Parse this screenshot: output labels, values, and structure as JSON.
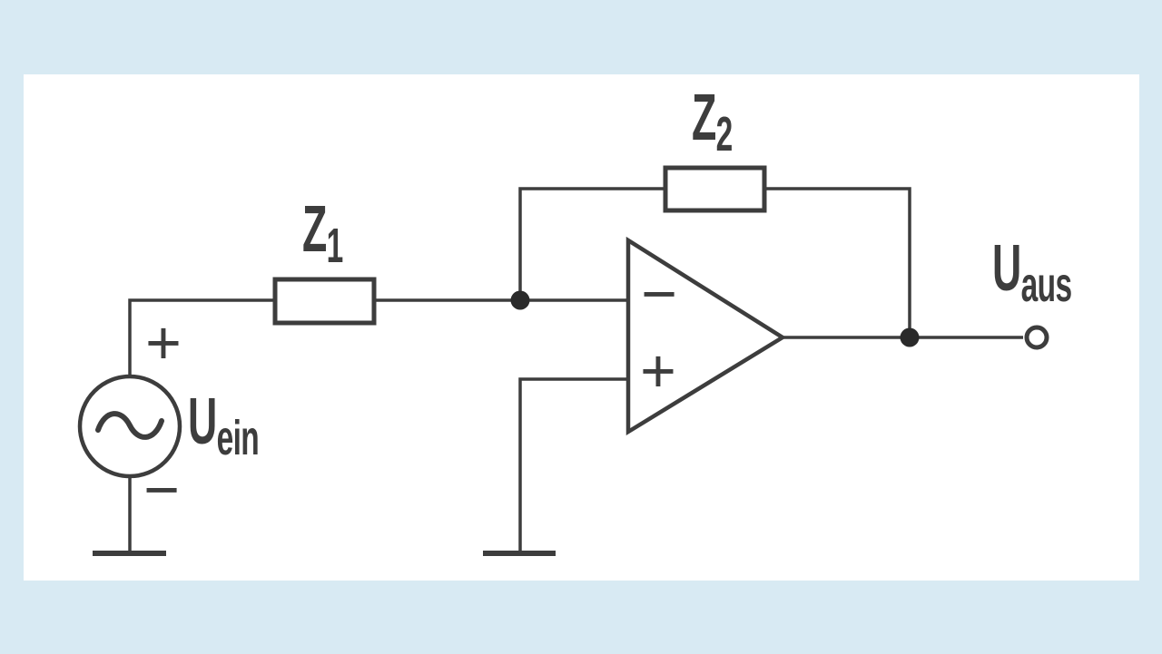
{
  "colors": {
    "page-bg": "#d8eaf3",
    "panel-bg": "#ffffff",
    "line": "#3d3d3d",
    "dot": "#2a2a2a"
  },
  "diagram": {
    "type": "op-amp-inverting-amplifier-schematic",
    "labels": {
      "z1": {
        "base": "Z",
        "sub": "1"
      },
      "z2": {
        "base": "Z",
        "sub": "2"
      },
      "u_ein": {
        "base": "U",
        "sub": "ein"
      },
      "u_aus": {
        "base": "U",
        "sub": "aus"
      }
    },
    "marks": {
      "source_plus": "+",
      "source_minus": "−",
      "opamp_inverting": "−",
      "opamp_noninverting": "+"
    },
    "icons": [
      "ac-voltage-source-icon",
      "sine-wave-icon",
      "impedance-box-icon",
      "op-amp-triangle-icon",
      "junction-dot-icon",
      "ground-icon",
      "open-terminal-icon"
    ]
  }
}
